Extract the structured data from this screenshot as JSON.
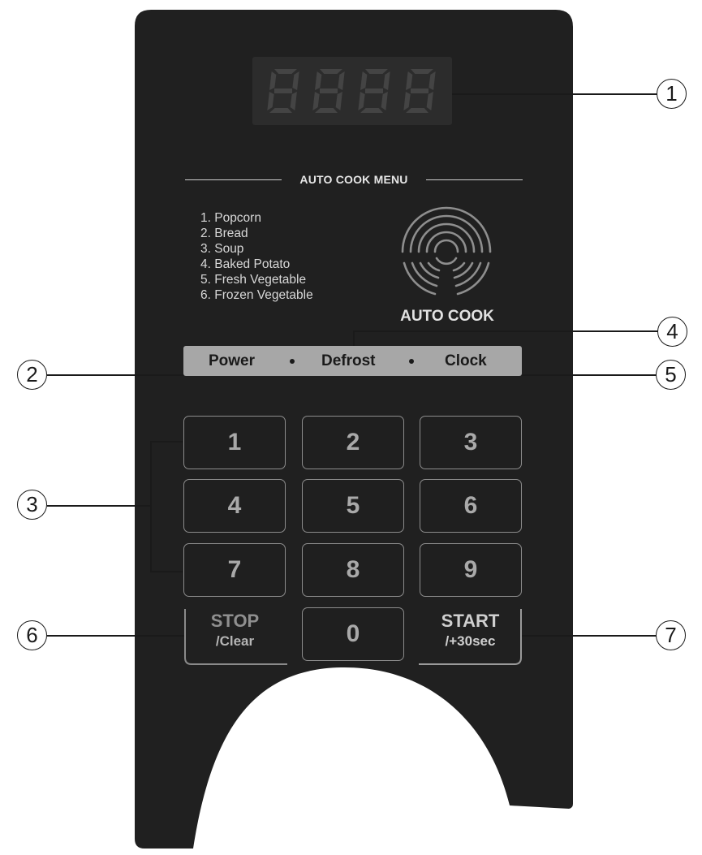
{
  "display": {
    "digits": "8888",
    "segment_color": "#444444"
  },
  "menu": {
    "title": "AUTO COOK MENU",
    "items": [
      "1. Popcorn",
      "2. Bread",
      "3. Soup",
      "4. Baked Potato",
      "5. Fresh Vegetable",
      "6. Frozen Vegetable"
    ]
  },
  "auto_cook": {
    "label": "AUTO COOK",
    "icon": "auto-cook-dial-icon"
  },
  "functions": {
    "power": "Power",
    "defrost": "Defrost",
    "clock": "Clock"
  },
  "keypad": {
    "k1": "1",
    "k2": "2",
    "k3": "3",
    "k4": "4",
    "k5": "5",
    "k6": "6",
    "k7": "7",
    "k8": "8",
    "k9": "9",
    "k0": "0"
  },
  "stop": {
    "line1": "STOP",
    "line2": "/Clear"
  },
  "start": {
    "line1": "START",
    "line2": "/+30sec"
  },
  "callouts": {
    "c1": "1",
    "c2": "2",
    "c3": "3",
    "c4": "4",
    "c5": "5",
    "c6": "6",
    "c7": "7"
  },
  "colors": {
    "panel": "#202020",
    "strip": "#a7a7a7",
    "key_border": "#8c8c8c"
  }
}
